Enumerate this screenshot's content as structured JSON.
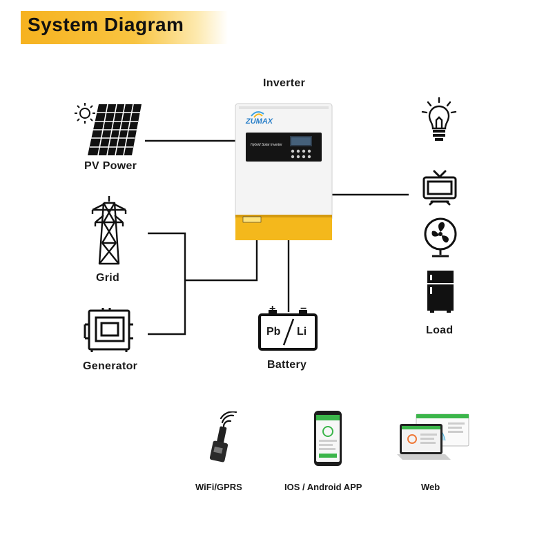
{
  "title": "System Diagram",
  "inverter": {
    "label": "Inverter",
    "brand": "ZUMAX",
    "panel_text": "Hybrid Solar Inverter"
  },
  "sources": {
    "pv": "PV Power",
    "grid": "Grid",
    "generator": "Generator"
  },
  "battery": {
    "label": "Battery",
    "chem_left": "Pb",
    "chem_right": "Li",
    "plus": "+",
    "minus": "−"
  },
  "load": {
    "label": "Load"
  },
  "monitoring": {
    "wifi": "WiFi/GPRS",
    "app": "IOS / Android APP",
    "web": "Web"
  },
  "colors": {
    "accent": "#f6b21f",
    "inverter_base": "#f4b81c",
    "line": "#111111"
  }
}
